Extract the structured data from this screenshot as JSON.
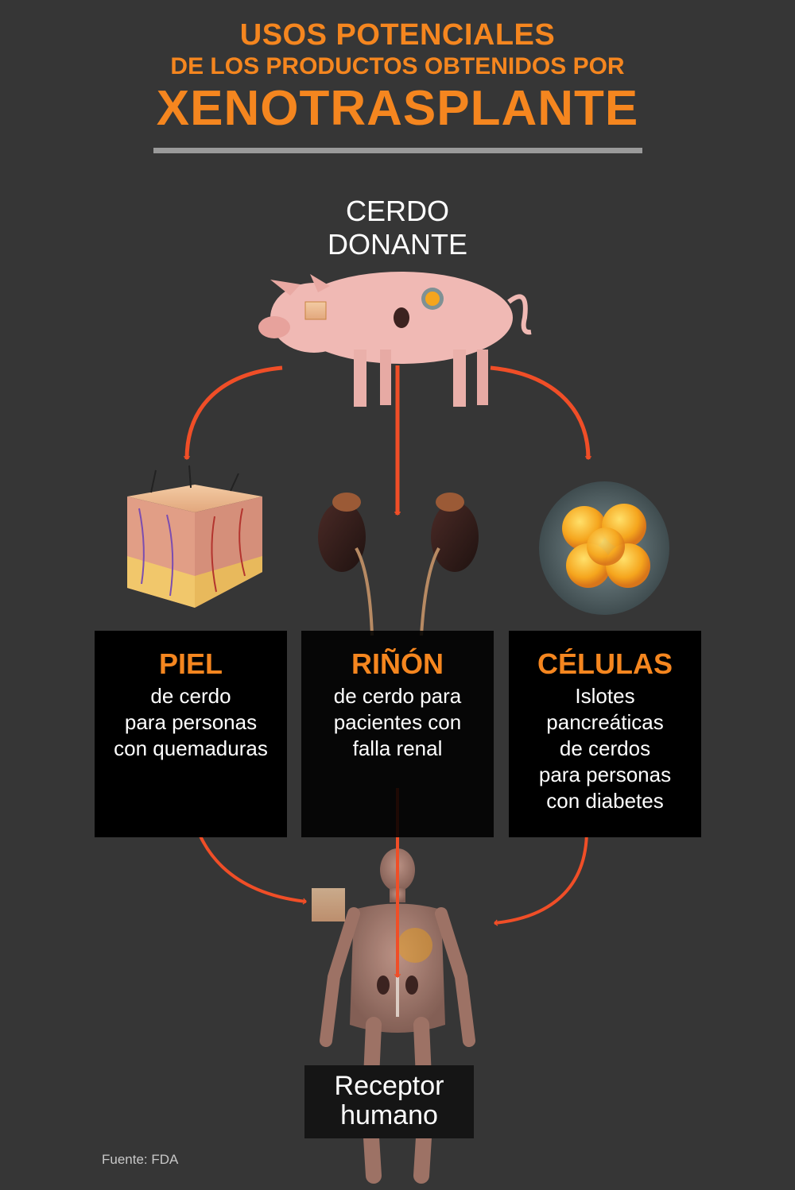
{
  "title": {
    "line1": "USOS POTENCIALES",
    "line2": "DE LOS PRODUCTOS OBTENIDOS POR",
    "line3": "XENOTRASPLANTE"
  },
  "donor": {
    "line1": "CERDO",
    "line2": "DONANTE"
  },
  "products": [
    {
      "title": "PIEL",
      "desc": [
        "de cerdo",
        "para personas",
        "con quemaduras"
      ]
    },
    {
      "title": "RIÑÓN",
      "desc": [
        "de cerdo para",
        "pacientes con",
        "falla renal"
      ]
    },
    {
      "title": "CÉLULAS",
      "desc": [
        "Islotes",
        "pancreáticas",
        "de cerdos",
        "para personas",
        "con diabetes"
      ]
    }
  ],
  "receptor": {
    "line1": "Receptor",
    "line2": "humano"
  },
  "source": "Fuente: FDA",
  "colors": {
    "background": "#363636",
    "accent": "#f5861f",
    "arrow": "#f04e27",
    "box": "#000000"
  },
  "icons": [
    "pig-illustration",
    "skin-tissue-illustration",
    "kidney-illustration",
    "islet-cells-illustration",
    "human-body-illustration"
  ]
}
